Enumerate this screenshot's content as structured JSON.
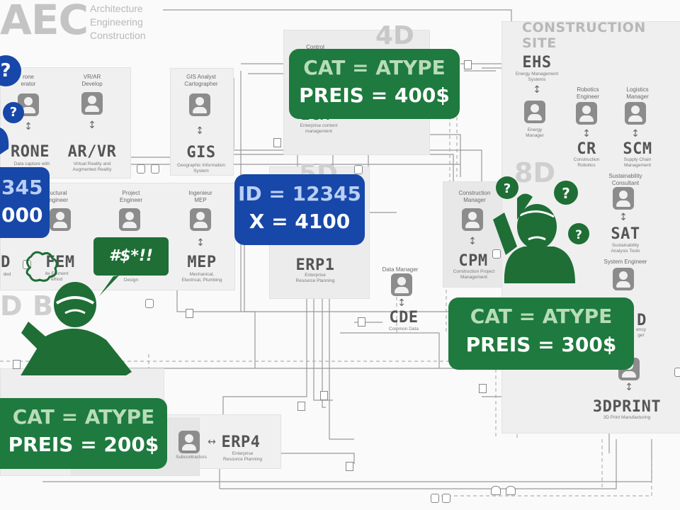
{
  "logo": {
    "text": "AEC",
    "lines": [
      "Architecture",
      "Engineering",
      "Construction"
    ]
  },
  "site_label": "CONSTRUCTION SITE",
  "dimensions": {
    "d4": "4D",
    "d5": "5D",
    "d8": "8D",
    "d_left": "D",
    "bim": "BIM",
    "d_right": "D"
  },
  "nodes": {
    "drone": {
      "role": [
        "rone",
        "erator"
      ],
      "code": "RONE",
      "desc": "Data capture with"
    },
    "arvr": {
      "role": [
        "VR/AR",
        "Develop"
      ],
      "code": "AR/VR",
      "desc": [
        "Virtual Reality and",
        "Augmented Reality"
      ]
    },
    "gis": {
      "role": [
        "GIS Analyst",
        "Cartographer"
      ],
      "code": "GIS",
      "desc": "Geographic Information System"
    },
    "fem": {
      "role": [
        "tructural",
        "Engineer"
      ],
      "code": "FEM",
      "desc": [
        "ite Element",
        "ethod"
      ]
    },
    "pe": {
      "role": [
        "Project",
        "Engineer"
      ],
      "desc": "Design"
    },
    "mep": {
      "role": [
        "Ingenieur",
        "MEP"
      ],
      "code": "MEP",
      "desc": [
        "Mechanical,",
        "Electrical, Plumbing"
      ]
    },
    "d_left_code": {
      "code": "D",
      "desc": "ded"
    },
    "ecm": {
      "role": "Control",
      "code": "ECM",
      "desc": [
        "Enterprise content",
        "management"
      ]
    },
    "erp1": {
      "code": "ERP1",
      "desc": [
        "Enterprise",
        "Resource Planning"
      ]
    },
    "cde": {
      "role": "Data Manager",
      "code": "CDE",
      "desc": "Common Data"
    },
    "cpm": {
      "role": [
        "Construction",
        "Manager"
      ],
      "code": "CPM",
      "desc": [
        "Construction Project",
        "Management"
      ]
    },
    "ehs": {
      "code": "EHS",
      "desc": [
        "Energy Management",
        "Systems"
      ],
      "role": [
        "Energy",
        "Manager"
      ]
    },
    "cr": {
      "role": [
        "Robotics",
        "Engineer"
      ],
      "code": "CR",
      "desc": [
        "Construction",
        "Robotics"
      ]
    },
    "scm": {
      "role": [
        "Logistics",
        "Manager"
      ],
      "code": "SCM",
      "desc": [
        "Supply Chain",
        "Management"
      ]
    },
    "sat": {
      "role": [
        "Sustainability",
        "Consultant"
      ],
      "code": "SAT",
      "desc": [
        "Sustainability",
        "Analysis Tools"
      ]
    },
    "sys": {
      "role": "System Engineer"
    },
    "d_right_code": {
      "code": "D",
      "desc": [
        "ency",
        "ger"
      ]
    },
    "print3d": {
      "code": "3DPRINT",
      "desc": "3D Print Manufacturing"
    },
    "erp4": {
      "role": "Subcontractors",
      "code": "ERP4",
      "desc": [
        "Enterprise",
        "Resource Planning"
      ]
    }
  },
  "cards": {
    "green_top": {
      "line1": "CAT = ATYPE",
      "line2": "PREIS = 400$"
    },
    "green_right": {
      "line1": "CAT = ATYPE",
      "line2": "PREIS = 300$"
    },
    "green_left": {
      "line1": "CAT = ATYPE",
      "line2": "PREIS = 200$"
    },
    "blue_center": {
      "line1": "ID = 12345",
      "line2": "X = 4100"
    },
    "blue_left": {
      "line1": "345",
      "line2": "000"
    }
  },
  "speech": "#$*!!",
  "question_mark": "?",
  "colors": {
    "green": "#1e7a3e",
    "dark_green": "#1e6e36",
    "blue": "#1747a8",
    "panel": "#f0f0f0",
    "line": "#9a9a9a"
  }
}
